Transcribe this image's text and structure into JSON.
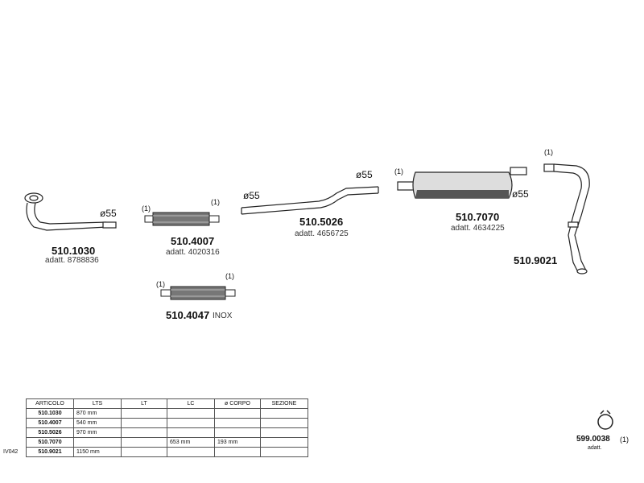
{
  "parts": [
    {
      "id": "p1030",
      "number": "510.1030",
      "adapt": "adatt. 8788836",
      "diameter": "ø55"
    },
    {
      "id": "p4007",
      "number": "510.4007",
      "adapt": "adatt. 4020316",
      "tag_left": "(1)",
      "tag_right": "(1)"
    },
    {
      "id": "p4047",
      "number": "510.4047",
      "suffix": "INOX",
      "tag_left": "(1)",
      "tag_right": "(1)"
    },
    {
      "id": "p5026",
      "number": "510.5026",
      "adapt": "adatt. 4656725",
      "diameter_left": "ø55",
      "diameter_right": "ø55"
    },
    {
      "id": "p7070",
      "number": "510.7070",
      "adapt": "adatt. 4634225",
      "tag": "(1)",
      "diameter": "ø55"
    },
    {
      "id": "p9021",
      "number": "510.9021",
      "tag": "(1)"
    },
    {
      "id": "p0038",
      "number": "599.0038",
      "tag": "(1)",
      "adapt": "adatt."
    }
  ],
  "table": {
    "headers": [
      "ARTICOLO",
      "LTS",
      "LT",
      "LC",
      "ø CORPO",
      "SEZIONE"
    ],
    "rows": [
      [
        "510.1030",
        "870 mm",
        "",
        "",
        "",
        ""
      ],
      [
        "510.4007",
        "540 mm",
        "",
        "",
        "",
        ""
      ],
      [
        "510.5026",
        "970 mm",
        "",
        "",
        "",
        ""
      ],
      [
        "510.7070",
        "",
        "",
        "653 mm",
        "193 mm",
        ""
      ],
      [
        "510.9021",
        "1150 mm",
        "",
        "",
        "",
        ""
      ]
    ],
    "row_side_label": "IV042"
  }
}
